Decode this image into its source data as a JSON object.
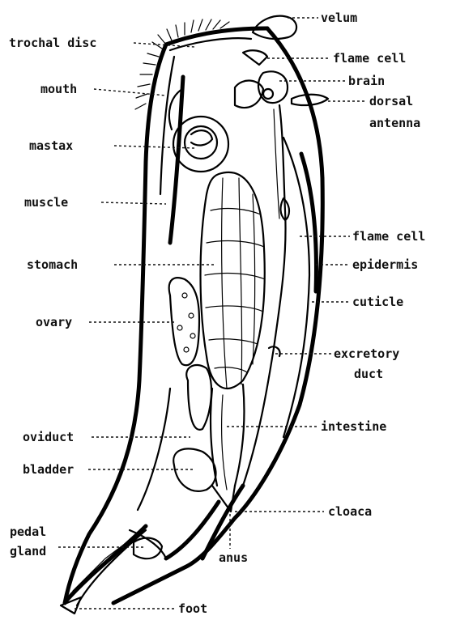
{
  "labels": {
    "velum": "velum",
    "trochal_disc": "trochal disc",
    "flame_cell_top": "flame cell",
    "brain": "brain",
    "mouth": "mouth",
    "dorsal_antenna_1": "dorsal",
    "dorsal_antenna_2": "antenna",
    "mastax": "mastax",
    "muscle": "muscle",
    "flame_cell_mid": "flame cell",
    "stomach": "stomach",
    "epidermis": "epidermis",
    "cuticle": "cuticle",
    "ovary": "ovary",
    "excretory_duct_1": "excretory",
    "excretory_duct_2": "duct",
    "intestine": "intestine",
    "oviduct": "oviduct",
    "bladder": "bladder",
    "cloaca": "cloaca",
    "pedal_gland_1": "pedal",
    "pedal_gland_2": "gland",
    "anus": "anus",
    "foot": "foot"
  }
}
